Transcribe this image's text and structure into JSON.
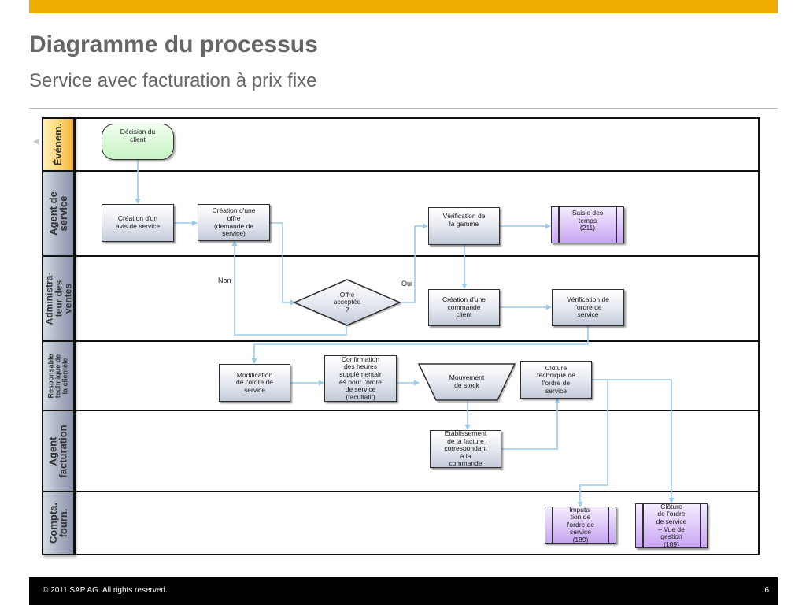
{
  "header": {
    "title": "Diagramme du processus",
    "subtitle": "Service avec facturation à prix fixe"
  },
  "lanes": [
    {
      "key": "evenem",
      "label": "Événem."
    },
    {
      "key": "agent_service",
      "label": "Agent de\nservice"
    },
    {
      "key": "admin_ventes",
      "label": "Administra-\nteur des\nventes"
    },
    {
      "key": "resp_tech",
      "label": "Responsable\ntechnique de\nla clientèle"
    },
    {
      "key": "agent_fact",
      "label": "Agent\nfacturation"
    },
    {
      "key": "compta",
      "label": "Compta.\nfourn."
    }
  ],
  "nodes": {
    "decision_client": "Décision du\nclient",
    "creation_avis": "Création d'un\navis de service",
    "creation_offre": "Création d'une\noffre\n(demande de\nservice)",
    "offre_acceptee": "Offre\nacceptée\n?",
    "verif_gamme": "Vérification de\nla gamme",
    "saisie_temps": "Saisie des\ntemps\n(211)",
    "creation_commande": "Création d'une\ncommande\nclient",
    "verif_ordre": "Vérification de\nl'ordre de\nservice",
    "modif_ordre": "Modification\nde l'ordre de\nservice",
    "confirm_heures": "Confirmation\ndes heures\nsupplémentair\nes pour l'ordre\nde service\n(facultatif)",
    "mouvement_stock": "Mouvement\nde stock",
    "cloture_tech": "Clôture\ntechnique de\nl'ordre de\nservice",
    "etablissement_facture": "Établissement\nde la facture\ncorrespondant\nà la\ncommande",
    "imputation": "Imputa-\ntion de\nl'ordre de\nservice\n(189)",
    "cloture_gestion": "Clôture\nde l'ordre\nde service\n– Vue de\ngestion\n(189)"
  },
  "edge_labels": {
    "non": "Non",
    "oui": "Oui"
  },
  "footer": {
    "copyright": "©  2011 SAP AG. All rights reserved.",
    "page_number": "6"
  },
  "colors": {
    "accent_bar": "#f0ab00",
    "arrow": "#9ccbea",
    "start_node": "#c7f2c4",
    "subprocess": "#c8a6f2",
    "event_lane": "#fcd97a",
    "role_lane": "#aeb6c6"
  }
}
